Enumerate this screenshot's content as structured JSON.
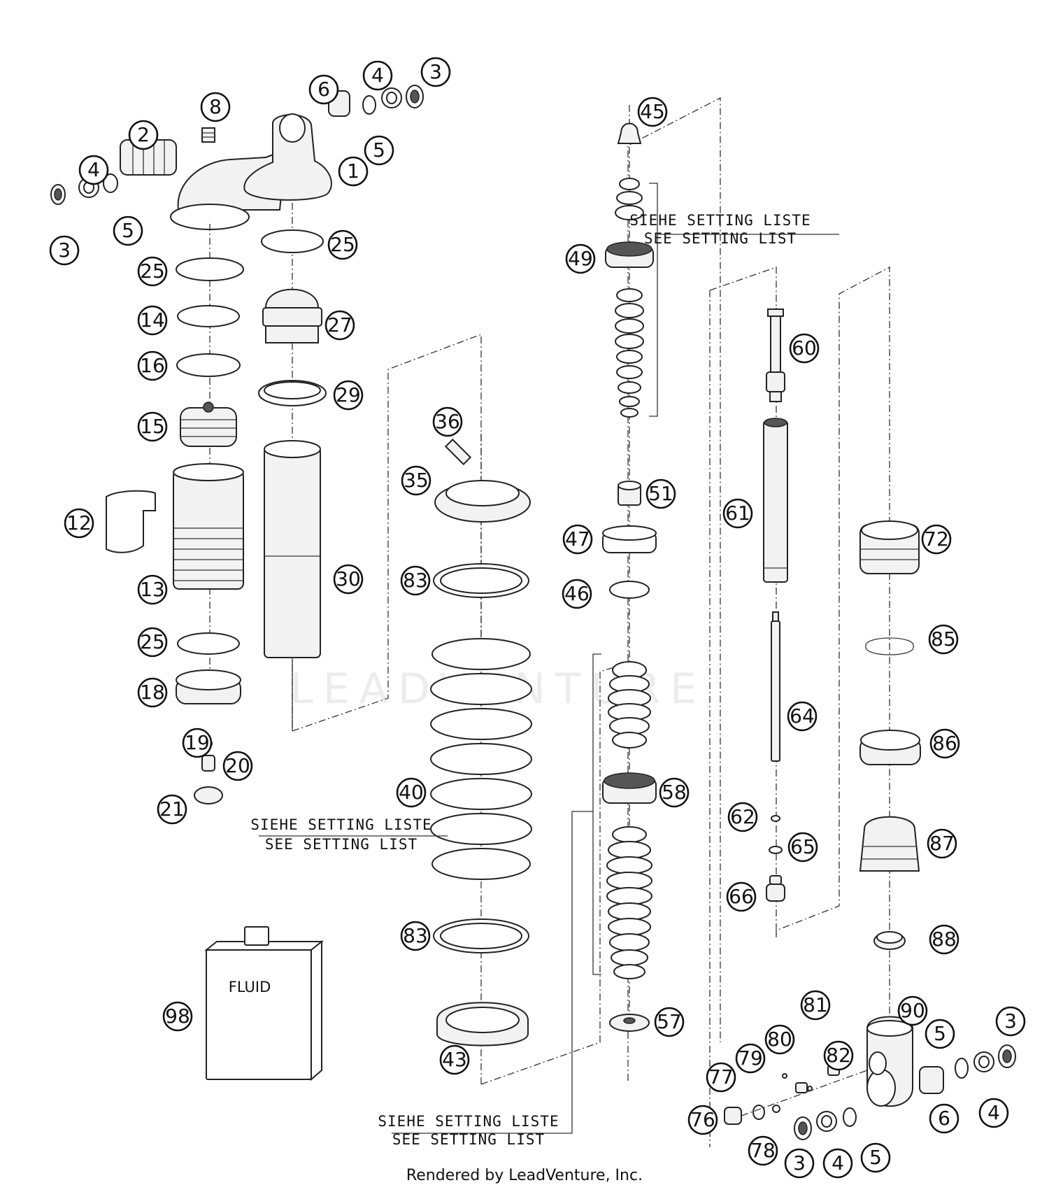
{
  "watermark": "LEADVENTURE",
  "footer": "Rendered by LeadVenture, Inc.",
  "fluid_label": "FLUID",
  "notes": {
    "note1_de": "SIEHE SETTING LISTE",
    "note1_en": "SEE SETTING LIST",
    "note2_de": "SIEHE SETTING LISTE",
    "note2_en": "SEE SETTING LIST",
    "note3_de": "SIEHE SETTING LISTE",
    "note3_en": "SEE SETTING LIST"
  },
  "callouts": [
    "1",
    "2",
    "3",
    "3",
    "4",
    "4",
    "5",
    "5",
    "6",
    "8",
    "25",
    "25",
    "14",
    "16",
    "15",
    "12",
    "13",
    "25",
    "18",
    "19",
    "20",
    "21",
    "27",
    "29",
    "30",
    "36",
    "35",
    "83",
    "40",
    "83",
    "43",
    "45",
    "49",
    "51",
    "47",
    "46",
    "58",
    "57",
    "60",
    "61",
    "64",
    "62",
    "65",
    "66",
    "72",
    "85",
    "86",
    "87",
    "88",
    "90",
    "5",
    "3",
    "81",
    "80",
    "82",
    "79",
    "77",
    "76",
    "78",
    "3",
    "4",
    "5",
    "6",
    "4",
    "98"
  ]
}
